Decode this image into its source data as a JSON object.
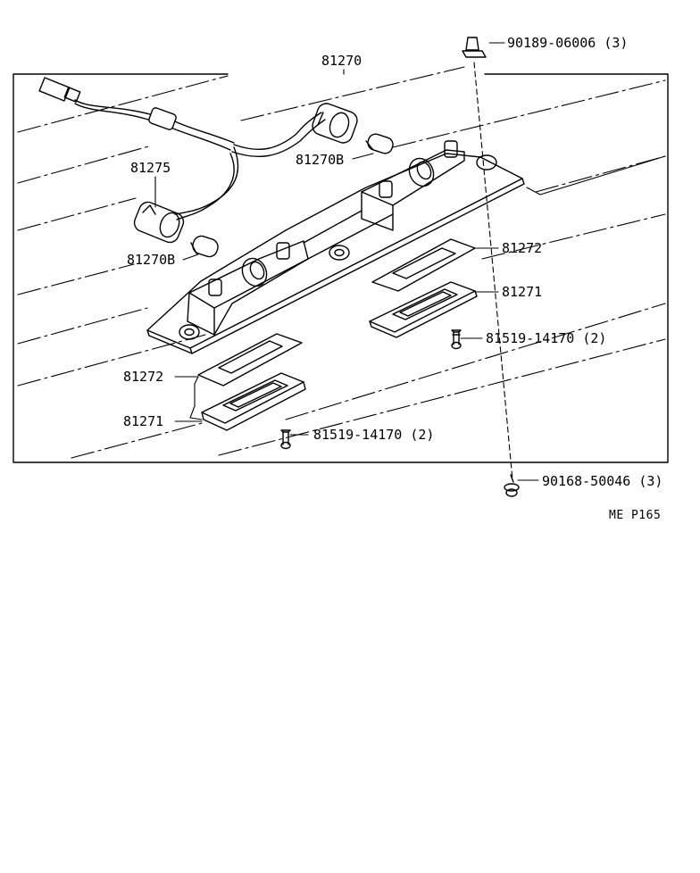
{
  "diagram": {
    "labels": {
      "assembly": "81270",
      "clip_top": "90189-06006 (3)",
      "socket": "81275",
      "bulb_upper": "81270B",
      "bulb_lower": "81270B",
      "gasket_right": "81272",
      "lens_right": "81271",
      "screw_right": "81519-14170 (2)",
      "gasket_left": "81272",
      "lens_left": "81271",
      "screw_left": "81519-14170 (2)",
      "nut_bottom": "90168-50046 (3)",
      "reference": "ME P165"
    },
    "colors": {
      "line": "#000000",
      "background": "#ffffff"
    }
  }
}
